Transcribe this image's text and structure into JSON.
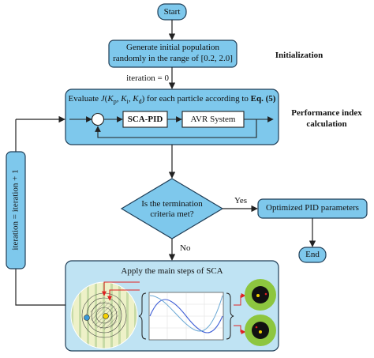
{
  "nodes": {
    "start": "Start",
    "init_line1": "Generate initial population",
    "init_line2": "randomly in the range of [0.2, 2.0]",
    "iteration0": "iteration = 0",
    "initialization": "Initialization",
    "evaluate": {
      "prefix": "Evaluate ",
      "func": "J",
      "args_open": "(",
      "kp": "K",
      "kp_sub": "p",
      "ki": "K",
      "ki_sub": "i",
      "kd": "K",
      "kd_sub": "d",
      "sep": ", ",
      "args_close": ")",
      "suffix": " for each particle according to ",
      "eq": "Eq. (5)"
    },
    "sca_pid": "SCA-PID",
    "avr": "AVR System",
    "perf_line1": "Performance index",
    "perf_line2": "calculation",
    "decision_line1": "Is the termination",
    "decision_line2": "criteria met?",
    "yes": "Yes",
    "no": "No",
    "optimized": "Optimized PID parameters",
    "end": "End",
    "loop_label": "iteration = iteration + 1",
    "sca_title": "Apply the main steps of SCA"
  },
  "colors": {
    "box_fill": "#7ec8ec",
    "box_stroke": "#1f3e57",
    "panel_fill": "#bfe3f3",
    "arrow": "#222222",
    "red": "#e02020",
    "green": "#8dc63f",
    "yellow_disk": "#eef1c8",
    "stripe": "#a9c88a"
  },
  "icons": [
    "arrow-right-icon",
    "sum-junction-icon",
    "sine-cosine-plot-icon",
    "target-circle-icon",
    "spiral-search-icon"
  ]
}
